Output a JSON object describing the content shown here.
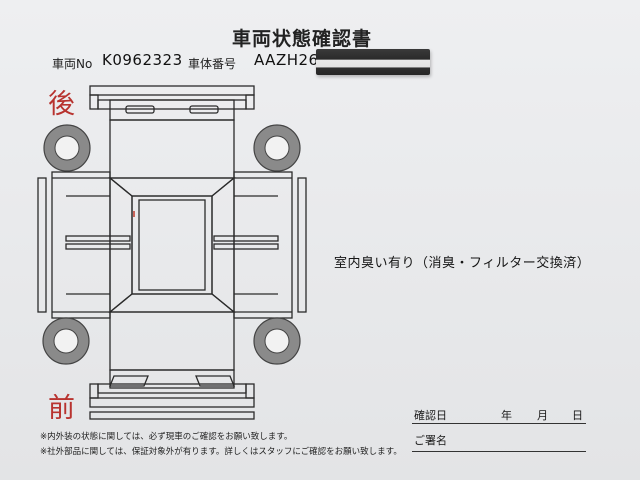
{
  "sheet": {
    "title": "車両状態確認書",
    "vehicle_no_label": "車両No",
    "vehicle_no_value": "K0962323",
    "chassis_no_label": "車体番号",
    "chassis_no_value": "AAZH26-"
  },
  "diagram": {
    "rear_label": "後",
    "front_label": "前"
  },
  "remarks": {
    "text": "室内臭い有り（消臭・フィルター交換済）"
  },
  "footer": {
    "note1": "※内外装の状態に関しては、必ず現車のご確認をお願い致します。",
    "note2": "※社外部品に関しては、保証対象外が有ります。詳しくはスタッフにご確認をお願い致します。",
    "confirm_date_label": "確認日",
    "year_label": "年",
    "month_label": "月",
    "day_label": "日",
    "signature_label": "ご署名"
  },
  "colors": {
    "accent_red": "#b8332f",
    "ink": "#1a1a1a"
  }
}
